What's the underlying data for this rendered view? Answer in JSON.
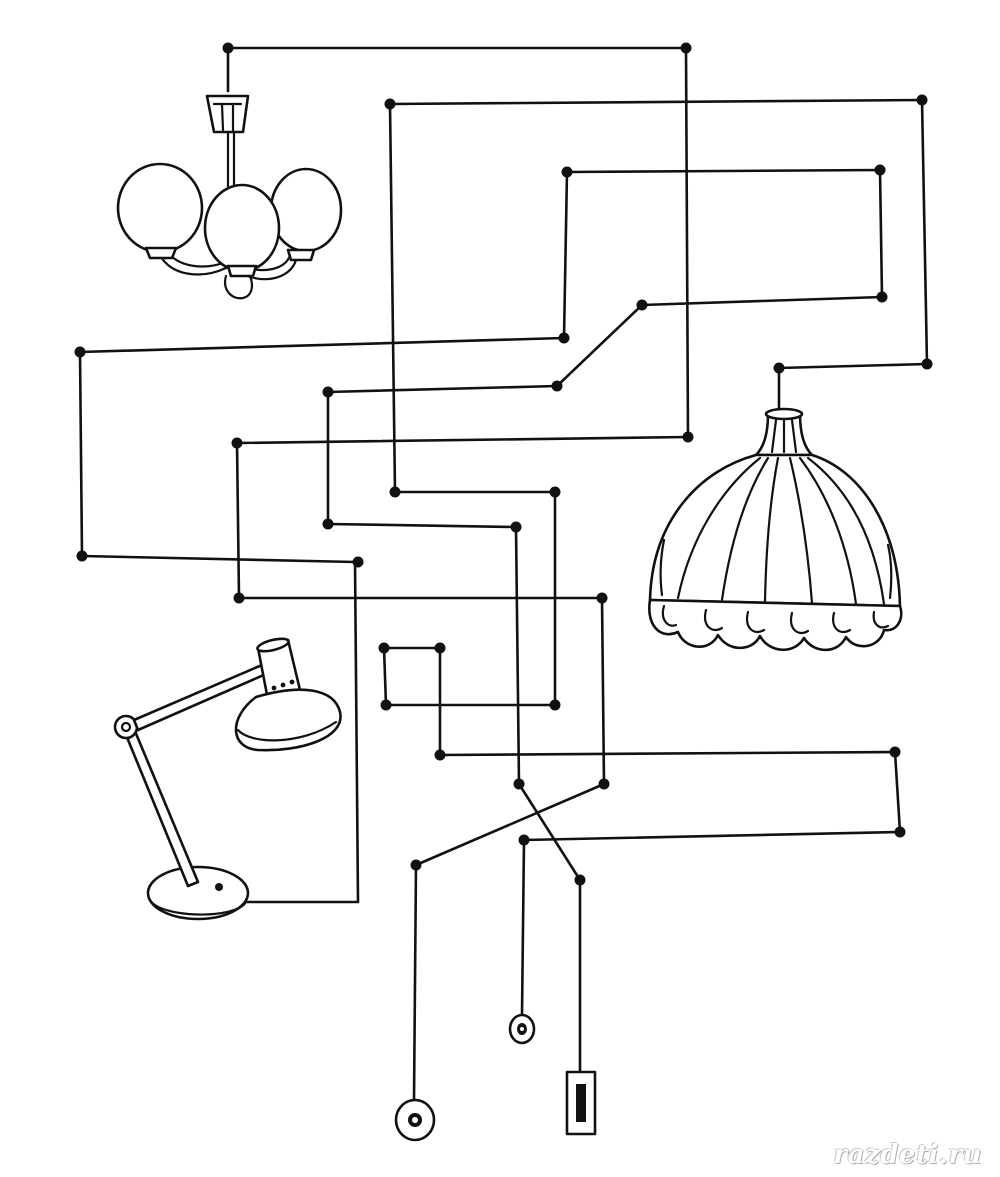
{
  "watermark": "razdeti.ru",
  "colors": {
    "ink": "#111111",
    "paper": "#ffffff"
  },
  "objects": [
    {
      "id": "chandelier",
      "icon": "chandelier-icon"
    },
    {
      "id": "dome-lamp",
      "icon": "dome-lamp-icon"
    },
    {
      "id": "desk-lamp",
      "icon": "desk-lamp-icon"
    },
    {
      "id": "round-switch-large",
      "icon": "round-switch-icon"
    },
    {
      "id": "round-switch-small",
      "icon": "round-switch-icon"
    },
    {
      "id": "toggle-switch",
      "icon": "toggle-switch-icon"
    }
  ]
}
